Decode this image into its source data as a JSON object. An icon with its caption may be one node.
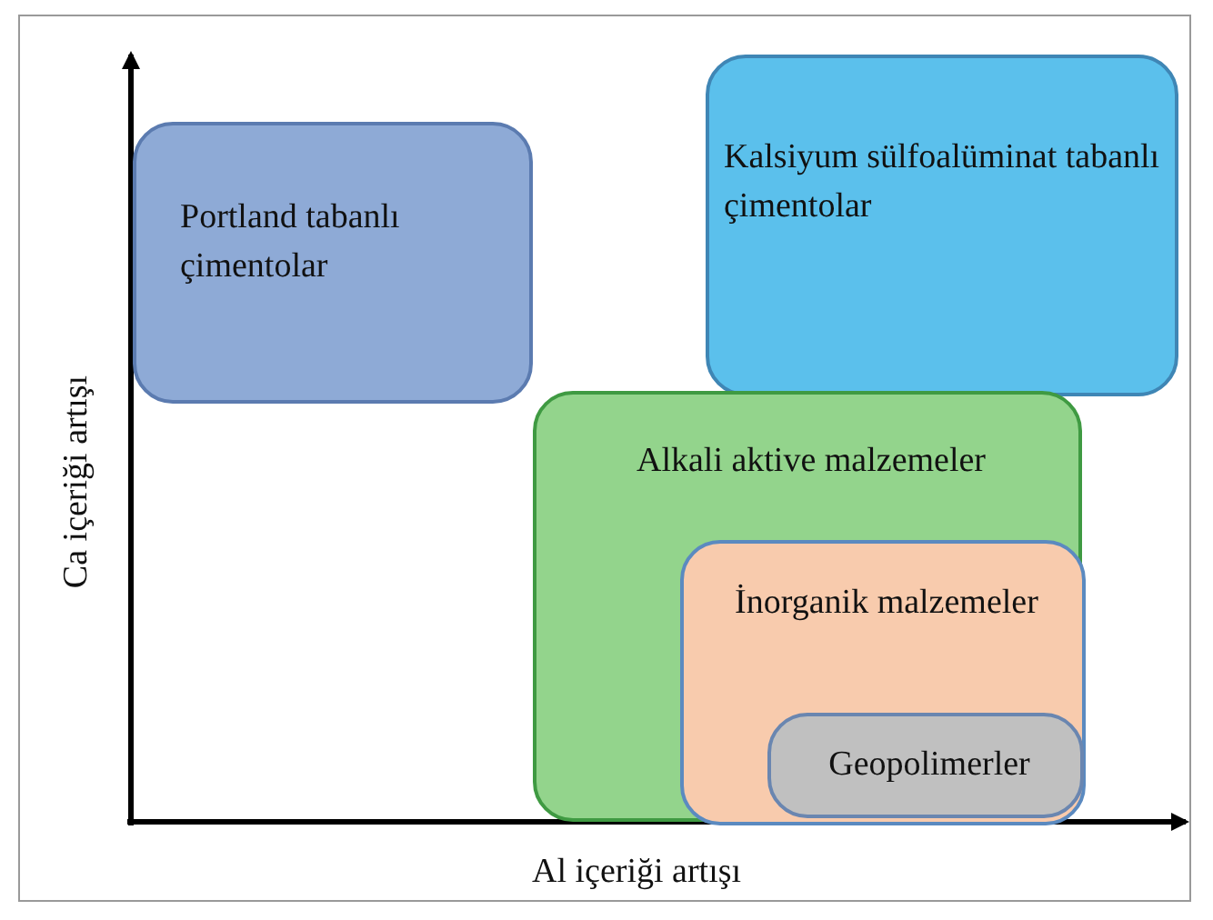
{
  "diagram": {
    "nodes": [
      {
        "text": [
          "Portland tabanlı çimentolar"
        ]
      },
      {
        "text": [
          "Kalsiyum sülfoalüminat tabanlı çimentolar"
        ]
      },
      {
        "text": [
          "Alkali aktive malzemeler"
        ]
      },
      {
        "text": [
          "İnorganik malzemeler"
        ],
        "in": 2
      },
      {
        "text": [
          "Geopolimerler"
        ],
        "in": 3
      }
    ],
    "edges": [],
    "labels": [
      "Ca içeriği artışı",
      "Al içeriği artışı"
    ]
  }
}
